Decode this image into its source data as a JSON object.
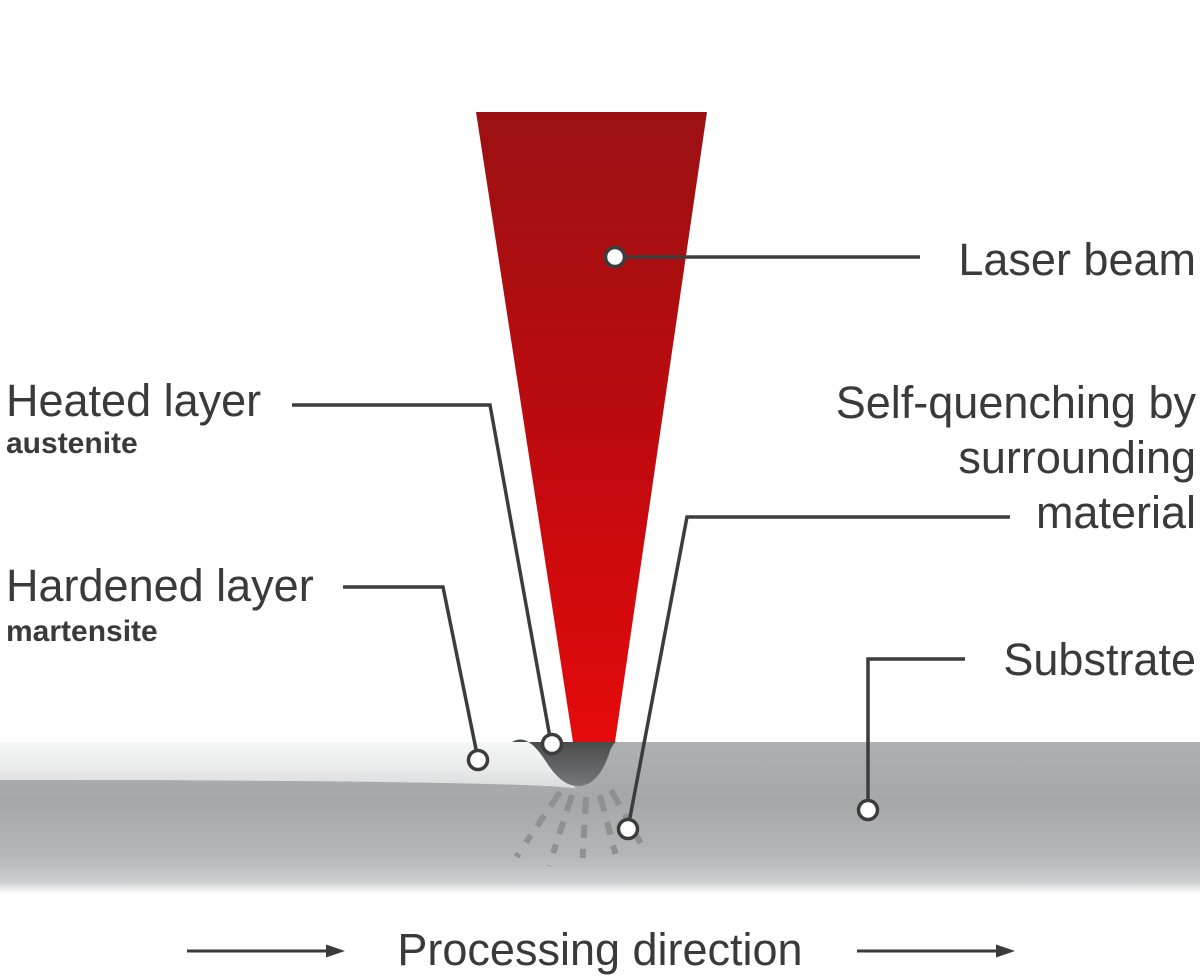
{
  "figure": {
    "type": "process-diagram",
    "subject": "laser-hardening"
  },
  "labels": {
    "laser_beam": "Laser beam",
    "heated_layer": {
      "title": "Heated layer",
      "subtitle": "austenite"
    },
    "hardened_layer": {
      "title": "Hardened layer",
      "subtitle": "martensite"
    },
    "self_quenching": {
      "line1": "Self-quenching by",
      "line2": "surrounding",
      "line3": "material"
    },
    "substrate": "Substrate",
    "processing_direction": "Processing direction"
  },
  "colors": {
    "laser_beam_top": "#9b1112",
    "laser_beam_mid": "#c00a0e",
    "laser_beam_bottom": "#e50a0c",
    "heated_zone_dark": "#474949",
    "heated_zone_light": "#747878",
    "hardened_track_top": "#f5f6f6",
    "hardened_track_bottom": "#d9dcdc",
    "substrate_top": "#aeb1b1",
    "substrate_mid": "#a5a8a8",
    "substrate_low": "#b4b7b7",
    "substrate_fade": "#fdfdfd",
    "leader_line": "#3c3c3c",
    "marker_fill": "#ffffff",
    "heat_dash": "#8d9190",
    "text": "#3a3a3a"
  }
}
